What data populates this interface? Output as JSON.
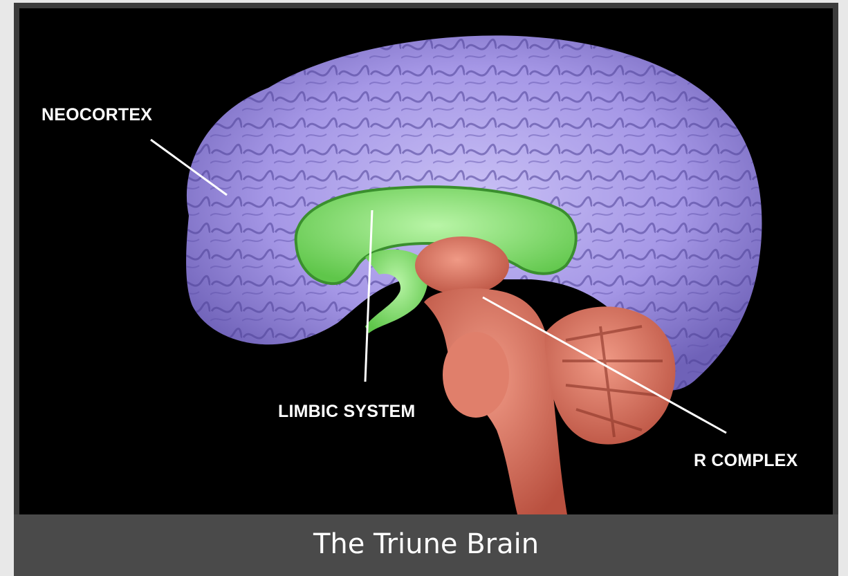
{
  "diagram": {
    "labels": {
      "neocortex": "NEOCORTEX",
      "limbic_system": "LIMBIC SYSTEM",
      "r_complex": "R COMPLEX"
    },
    "colors": {
      "neocortex": "#a89ae8",
      "limbic_system": "#8ee07a",
      "r_complex": "#d9705e",
      "background": "#000000",
      "caption_bar": "#4a4a4a"
    }
  },
  "caption": "The Triune Brain"
}
